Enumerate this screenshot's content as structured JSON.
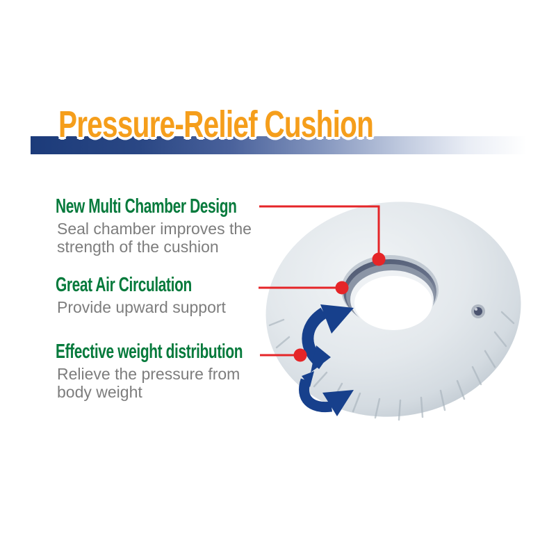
{
  "title": "Pressure-Relief Cushion",
  "features": [
    {
      "heading": "New Multi Chamber Design",
      "desc_lines": [
        "Seal chamber improves the",
        "strength of the cushion"
      ]
    },
    {
      "heading": "Great Air Circulation",
      "desc_lines": [
        "Provide upward support"
      ]
    },
    {
      "heading": "Effective weight distribution",
      "desc_lines": [
        "Relieve the pressure from",
        "body weight"
      ]
    }
  ],
  "illustration": {
    "subject": "inflatable donut pressure-relief cushion",
    "icons": [
      "circulation-arrows-icon",
      "air-valve-icon",
      "callout-dot"
    ]
  },
  "colors": {
    "title_orange": "#F59E1B",
    "banner_navy": "#1C3B7A",
    "heading_green": "#067A3C",
    "body_gray": "#7D7D7D",
    "callout_red": "#E52528",
    "arrow_navy": "#17408C",
    "cushion_gray": "#DDE3E8"
  }
}
